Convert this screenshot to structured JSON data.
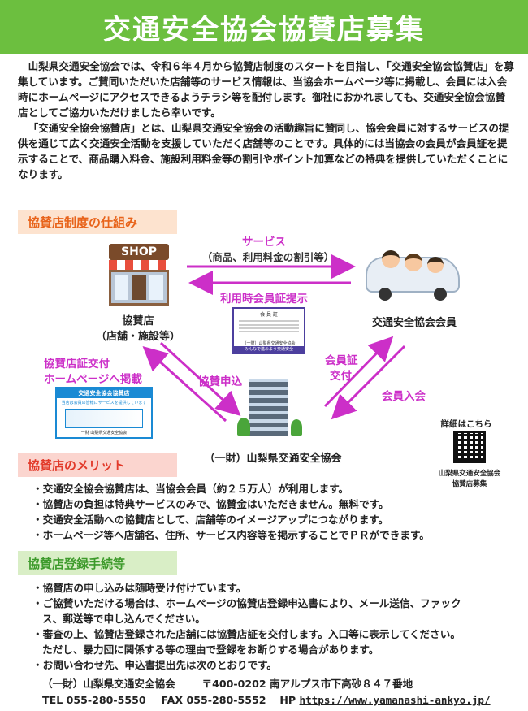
{
  "title": "交通安全協会協賛店募集",
  "intro": {
    "p1": "山梨県交通安全協会では、令和６年４月から協賛店制度のスタートを目指し、「交通安全協会協賛店」を募集しています。ご賛同いただいた店舗等のサービス情報は、当協会ホームページ等に掲載し、会員には入会時にホームページにアクセスできるようチラシ等を配付します。御社におかれましても、交通安全協会協賛店としてご協力いただけましたら幸いです。",
    "p2": "「交通安全協会協賛店」とは、山梨県交通安全協会の活動趣旨に賛同し、協会会員に対するサービスの提供を通じて広く交通安全活動を支援していただく店舗等のことです。具体的には当協会の会員が会員証を提示することで、商品購入料金、施設利用料金等の割引やポイント加算などの特典を提供していただくことになります。"
  },
  "diagram": {
    "section_label": "協賛店制度の仕組み",
    "shop_sign": "SHOP",
    "shop_name": "協賛店",
    "shop_sub": "（店舗・施設等）",
    "member_name": "交通安全協会会員",
    "association_name": "（一財）山梨県交通安全協会",
    "service_label": "サービス",
    "service_sub": "（商品、利用料金の割引等）",
    "card_show_label": "利用時会員証提示",
    "card": {
      "title": "会 員 証",
      "bottom1": "（一財）山梨県交通安全協会",
      "bottom2": "みんなで進めよう交通安全"
    },
    "cert_label_1": "協賛店証交付",
    "cert_label_2": "ホームページへ掲載",
    "cert_board": {
      "title": "交通安全協会協賛店",
      "sub": "当店は会員の皆様にサービスを提供しています",
      "bottom": "一財 山梨県交通安全協会"
    },
    "apply_label": "協賛申込",
    "member_card_label_1": "会員証",
    "member_card_label_2": "交付",
    "join_label": "会員入会",
    "qr_heading": "詳細はこちら",
    "qr_caption_1": "山梨県交通安全協会",
    "qr_caption_2": "協賛店募集",
    "magenta": "#cc2fc8"
  },
  "merits": {
    "section_label": "協賛店のメリット",
    "items": [
      "・交通安全協会協賛店は、当協会会員（約２５万人）が利用します。",
      "・協賛店の負担は特典サービスのみで、協賛金はいただきません。無料です。",
      "・交通安全活動への協賛店として、店舗等のイメージアップにつながります。",
      "・ホームページ等へ店舗名、住所、サービス内容等を掲示することでＰＲができます。"
    ]
  },
  "procedure": {
    "section_label": "協賛店登録手続等",
    "items": [
      "・協賛店の申し込みは随時受け付けています。",
      "・ご協賛いただける場合は、ホームページの協賛店登録申込書により、メール送信、ファック",
      "ス、郵送等で申し込んでください。",
      "・審査の上、協賛店登録された店舗には協賛店証を交付します。入口等に表示してください。",
      "ただし、暴力団に関係する等の理由で登録をお断りする場合があります。",
      "・お問い合わせ先、申込書提出先は次のとおりです。"
    ]
  },
  "footer": {
    "org": "（一財）山梨県交通安全協会",
    "address": "〒400-0202 南アルプス市下高砂８４７番地",
    "tel": "TEL 055-280-5550",
    "fax": "FAX 055-280-5552",
    "hp_label": "HP",
    "url": "https://www.yamanashi-ankyo.jp/"
  }
}
